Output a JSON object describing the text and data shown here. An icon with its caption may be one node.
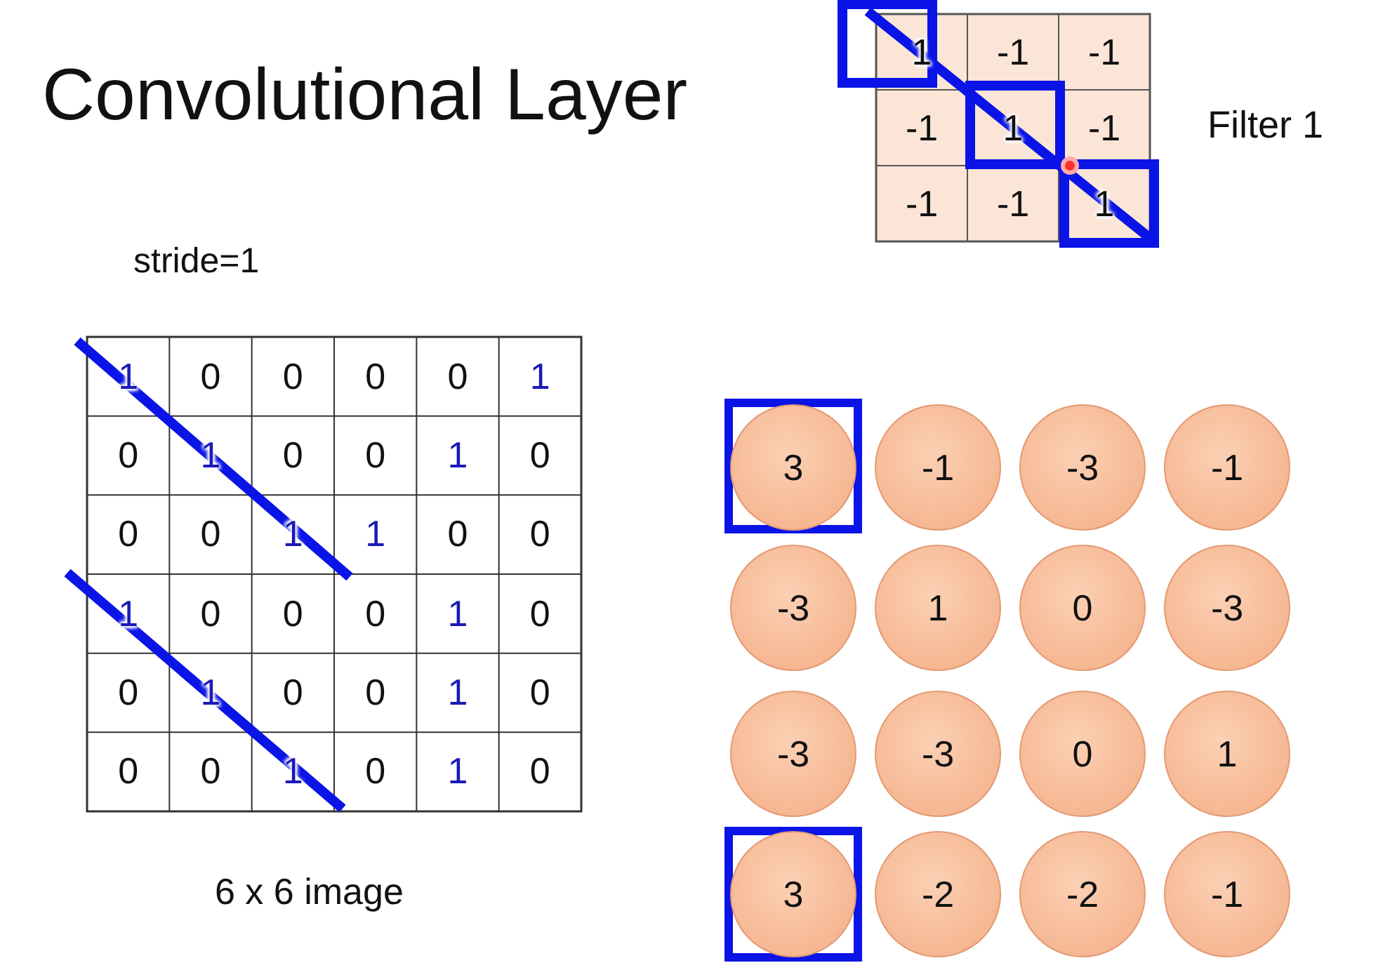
{
  "diagram": {
    "title": "Convolutional Layer",
    "nodes": [
      {
        "text": [
          "3"
        ]
      },
      {
        "text": [
          "-1"
        ]
      },
      {
        "text": [
          "-3"
        ]
      },
      {
        "text": [
          "-1"
        ]
      },
      {
        "text": [
          "-3"
        ]
      },
      {
        "text": [
          "1"
        ]
      },
      {
        "text": [
          "0"
        ]
      },
      {
        "text": [
          "-3"
        ]
      },
      {
        "text": [
          "-3"
        ]
      },
      {
        "text": [
          "-3"
        ]
      },
      {
        "text": [
          "0"
        ]
      },
      {
        "text": [
          "1"
        ]
      },
      {
        "text": [
          "3"
        ]
      },
      {
        "text": [
          "-2"
        ]
      },
      {
        "text": [
          "-2"
        ]
      },
      {
        "text": [
          "-1"
        ]
      }
    ],
    "labels": [
      "1",
      "-1",
      "-1",
      "-1",
      "1",
      "-1",
      "-1",
      "-1",
      "1",
      "Filter 1",
      "stride=1",
      "1",
      "0",
      "0",
      "0",
      "0",
      "1",
      "0",
      "1",
      "0",
      "0",
      "1",
      "0",
      "0",
      "0",
      "1",
      "1",
      "0",
      "0",
      "1",
      "0",
      "0",
      "0",
      "1",
      "0",
      "0",
      "1",
      "0",
      "0",
      "1",
      "0",
      "0",
      "0",
      "1",
      "0",
      "1",
      "0",
      "6 x 6 image"
    ]
  }
}
